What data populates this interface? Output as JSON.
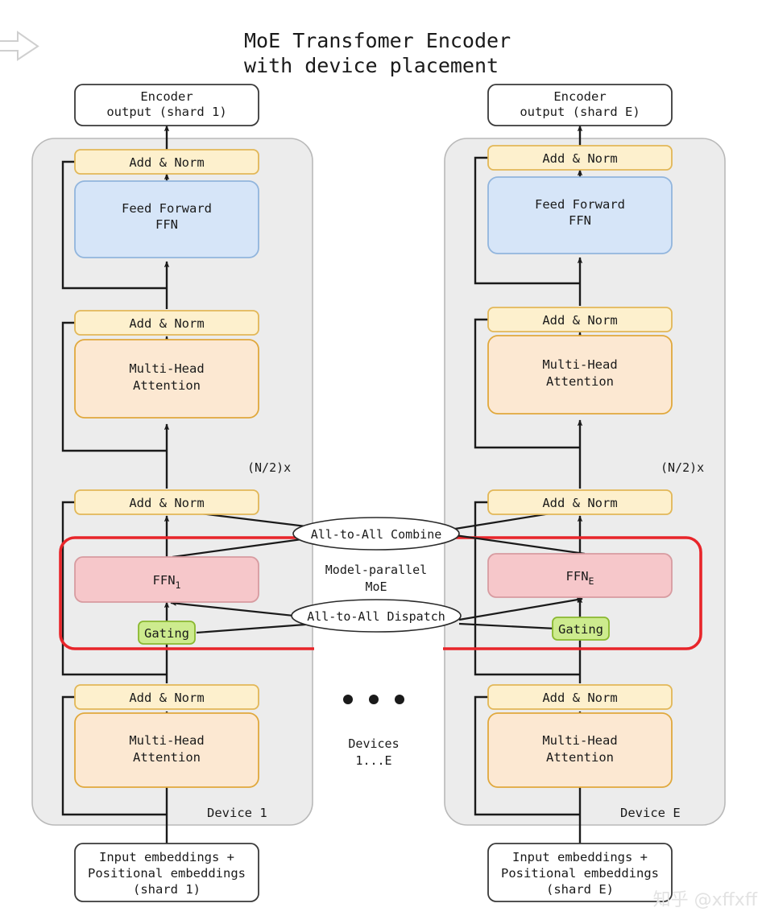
{
  "title": {
    "line1": "MoE Transfomer Encoder",
    "line2": "with device placement"
  },
  "decorations": {
    "top_left_arrow_icon": "right-arrow-icon",
    "watermark": "知乎 @xffxff",
    "ellipsis_dots": "●  ●  ●"
  },
  "devices": [
    {
      "id": "device-1",
      "device_label": "Device 1",
      "repeat_label": "(N/2)x",
      "encoder_output": "Encoder\noutput (shard 1)",
      "encoder_output_line1": "Encoder",
      "encoder_output_line2": "output (shard 1)",
      "input_embeddings_line1": "Input embeddings +",
      "input_embeddings_line2": "Positional embeddings",
      "input_embeddings_line3": "(shard 1)",
      "blocks": [
        {
          "name": "add-norm-top",
          "label": "Add & Norm",
          "fill": "#fdf0cd",
          "stroke": "#e2b757"
        },
        {
          "name": "feed-forward",
          "label_line1": "Feed Forward",
          "label_line2": "FFN",
          "fill": "#d6e5f8",
          "stroke": "#91b5dd"
        },
        {
          "name": "add-norm-mid",
          "label": "Add & Norm",
          "fill": "#fdf0cd",
          "stroke": "#e2b757"
        },
        {
          "name": "multi-head-attention-top",
          "label_line1": "Multi-Head",
          "label_line2": "Attention",
          "fill": "#fce8d2",
          "stroke": "#e0a83c"
        },
        {
          "name": "add-norm-moe",
          "label": "Add & Norm",
          "fill": "#fdf0cd",
          "stroke": "#e2b757"
        },
        {
          "name": "expert-ffn",
          "label": "FFN",
          "sub": "1",
          "fill": "#f6c7ca",
          "stroke": "#d79ba0"
        },
        {
          "name": "gating",
          "label": "Gating",
          "fill": "#cdeb8e",
          "stroke": "#8ab830"
        },
        {
          "name": "add-norm-bottom",
          "label": "Add & Norm",
          "fill": "#fdf0cd",
          "stroke": "#e2b757"
        },
        {
          "name": "multi-head-attention-bottom",
          "label_line1": "Multi-Head",
          "label_line2": "Attention",
          "fill": "#fce8d2",
          "stroke": "#e0a83c"
        }
      ]
    },
    {
      "id": "device-e",
      "device_label": "Device E",
      "repeat_label": "(N/2)x",
      "encoder_output_line1": "Encoder",
      "encoder_output_line2": "output (shard E)",
      "input_embeddings_line1": "Input embeddings +",
      "input_embeddings_line2": "Positional embeddings",
      "input_embeddings_line3": "(shard E)",
      "blocks": [
        {
          "name": "add-norm-top",
          "label": "Add & Norm",
          "fill": "#fdf0cd",
          "stroke": "#e2b757"
        },
        {
          "name": "feed-forward",
          "label_line1": "Feed Forward",
          "label_line2": "FFN",
          "fill": "#d6e5f8",
          "stroke": "#91b5dd"
        },
        {
          "name": "add-norm-mid",
          "label": "Add & Norm",
          "fill": "#fdf0cd",
          "stroke": "#e2b757"
        },
        {
          "name": "multi-head-attention-top",
          "label_line1": "Multi-Head",
          "label_line2": "Attention",
          "fill": "#fce8d2",
          "stroke": "#e0a83c"
        },
        {
          "name": "add-norm-moe",
          "label": "Add & Norm",
          "fill": "#fdf0cd",
          "stroke": "#e2b757"
        },
        {
          "name": "expert-ffn",
          "label": "FFN",
          "sub": "E",
          "fill": "#f6c7ca",
          "stroke": "#d79ba0"
        },
        {
          "name": "gating",
          "label": "Gating",
          "fill": "#cdeb8e",
          "stroke": "#8ab830"
        },
        {
          "name": "add-norm-bottom",
          "label": "Add & Norm",
          "fill": "#fdf0cd",
          "stroke": "#e2b757"
        },
        {
          "name": "multi-head-attention-bottom",
          "label_line1": "Multi-Head",
          "label_line2": "Attention",
          "fill": "#fce8d2",
          "stroke": "#e0a83c"
        }
      ]
    }
  ],
  "center": {
    "devices_label_line1": "Devices",
    "devices_label_line2": "1...E"
  },
  "moe": {
    "border_color": "#e8252a",
    "title_line1": "Model-parallel",
    "title_line2": "MoE",
    "combine_label": "All-to-All Combine",
    "dispatch_label": "All-to-All Dispatch"
  },
  "colors": {
    "panel_fill": "#ececec",
    "panel_stroke": "#b9b9b9",
    "io_fill": "#ffffff",
    "io_stroke": "#3a3a3a",
    "line": "#1a1a1a",
    "moe_red": "#e8252a",
    "background": "#ffffff"
  }
}
